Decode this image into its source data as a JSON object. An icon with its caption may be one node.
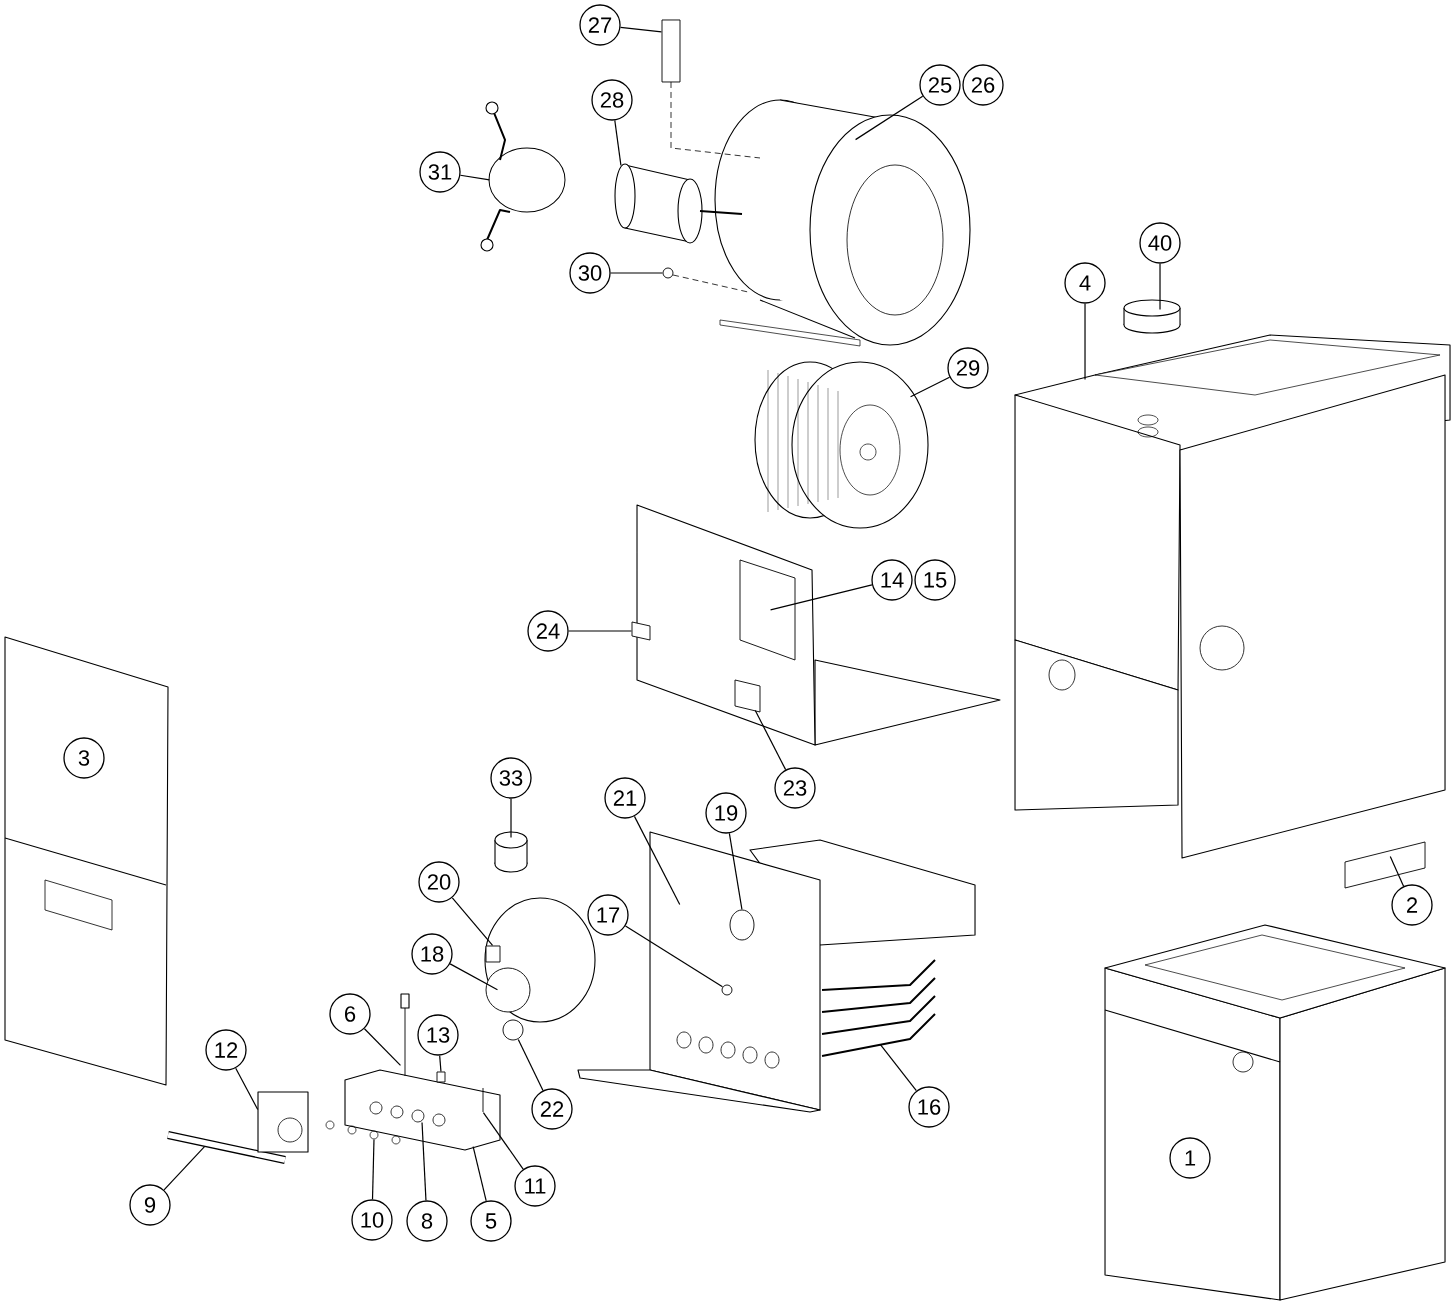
{
  "diagram": {
    "nodes": [
      {
        "text": [
          "27"
        ]
      },
      {
        "text": [
          "25"
        ]
      },
      {
        "text": [
          "26"
        ]
      },
      {
        "text": [
          "28"
        ]
      },
      {
        "text": [
          "31"
        ]
      },
      {
        "text": [
          "30"
        ]
      },
      {
        "text": [
          "40"
        ]
      },
      {
        "text": [
          "4"
        ]
      },
      {
        "text": [
          "29"
        ]
      },
      {
        "text": [
          "14"
        ]
      },
      {
        "text": [
          "15"
        ]
      },
      {
        "text": [
          "24"
        ]
      },
      {
        "text": [
          "3"
        ]
      },
      {
        "text": [
          "23"
        ]
      },
      {
        "text": [
          "33"
        ]
      },
      {
        "text": [
          "21"
        ]
      },
      {
        "text": [
          "19"
        ]
      },
      {
        "text": [
          "20"
        ]
      },
      {
        "text": [
          "2"
        ]
      },
      {
        "text": [
          "17"
        ]
      },
      {
        "text": [
          "18"
        ]
      },
      {
        "text": [
          "6"
        ]
      },
      {
        "text": [
          "12"
        ]
      },
      {
        "text": [
          "13"
        ]
      },
      {
        "text": [
          "22"
        ]
      },
      {
        "text": [
          "16"
        ]
      },
      {
        "text": [
          "1"
        ]
      },
      {
        "text": [
          "11"
        ]
      },
      {
        "text": [
          "9"
        ]
      },
      {
        "text": [
          "10"
        ]
      },
      {
        "text": [
          "8"
        ]
      },
      {
        "text": [
          "5"
        ]
      },
      {
        "text": [],
        "shape": "box"
      },
      {
        "text": [],
        "shape": "picture"
      },
      {
        "text": [],
        "shape": "picture"
      },
      {
        "text": [],
        "shape": "picture"
      },
      {
        "text": [],
        "shape": "circle"
      },
      {
        "text": [],
        "shape": "cylinder"
      },
      {
        "text": [],
        "shape": "picture"
      },
      {
        "text": [],
        "shape": "picture"
      },
      {
        "text": [],
        "shape": "box"
      },
      {
        "text": [],
        "shape": "box"
      },
      {
        "text": [],
        "shape": "box"
      },
      {
        "text": [],
        "shape": "box"
      },
      {
        "text": [],
        "shape": "cylinder"
      },
      {
        "text": [],
        "shape": "picture"
      },
      {
        "text": [],
        "shape": "circle",
        "in": 45
      },
      {
        "text": [],
        "shape": "box"
      },
      {
        "text": [],
        "shape": "circle"
      },
      {
        "text": [],
        "shape": "circle"
      },
      {
        "text": [],
        "shape": "circle",
        "in": 45
      },
      {
        "text": [],
        "shape": "picture"
      },
      {
        "text": [],
        "shape": "picture"
      },
      {
        "text": [],
        "shape": "picture"
      },
      {
        "text": [],
        "shape": "picture"
      },
      {
        "text": [],
        "shape": "picture"
      },
      {
        "text": [],
        "shape": "box"
      },
      {
        "text": [],
        "shape": "picture",
        "in": 54
      },
      {
        "text": [],
        "shape": "picture",
        "in": 54
      },
      {
        "text": [],
        "shape": "picture"
      }
    ],
    "edges": [
      {
        "from": 0,
        "to": 32,
        "arrow": "none"
      },
      {
        "from": 1,
        "to": 33,
        "arrow": "none"
      },
      {
        "from": 3,
        "to": 34,
        "arrow": "none"
      },
      {
        "from": 4,
        "to": 35,
        "arrow": "none"
      },
      {
        "from": 5,
        "to": 36,
        "arrow": "none"
      },
      {
        "from": 6,
        "to": 37,
        "arrow": "none"
      },
      {
        "from": 7,
        "to": 38,
        "arrow": "none"
      },
      {
        "from": 8,
        "to": 39,
        "arrow": "none"
      },
      {
        "from": 9,
        "to": 40,
        "arrow": "none"
      },
      {
        "from": 11,
        "to": 41,
        "arrow": "none"
      },
      {
        "from": 13,
        "to": 42,
        "arrow": "none"
      },
      {
        "from": 14,
        "to": 44,
        "arrow": "none"
      },
      {
        "from": 15,
        "to": 45,
        "arrow": "none"
      },
      {
        "from": 16,
        "to": 46,
        "arrow": "none"
      },
      {
        "from": 17,
        "to": 47,
        "arrow": "none"
      },
      {
        "from": 18,
        "to": 43,
        "arrow": "none"
      },
      {
        "from": 19,
        "to": 50,
        "arrow": "none"
      },
      {
        "from": 20,
        "to": 48,
        "arrow": "none"
      },
      {
        "from": 21,
        "to": 55,
        "arrow": "none"
      },
      {
        "from": 22,
        "to": 52,
        "arrow": "none"
      },
      {
        "from": 23,
        "to": 56,
        "arrow": "none"
      },
      {
        "from": 24,
        "to": 49,
        "arrow": "none"
      },
      {
        "from": 25,
        "to": 51,
        "arrow": "none"
      },
      {
        "from": 27,
        "to": 57,
        "arrow": "none"
      },
      {
        "from": 28,
        "to": 53,
        "arrow": "none"
      },
      {
        "from": 29,
        "to": 59,
        "arrow": "none"
      },
      {
        "from": 30,
        "to": 58,
        "arrow": "none"
      },
      {
        "from": 31,
        "to": 54,
        "arrow": "none"
      },
      {
        "from": 32,
        "to": 33,
        "arrow": "none",
        "style": "dashed"
      },
      {
        "from": 36,
        "to": 33,
        "arrow": "none",
        "style": "dashed"
      }
    ]
  }
}
